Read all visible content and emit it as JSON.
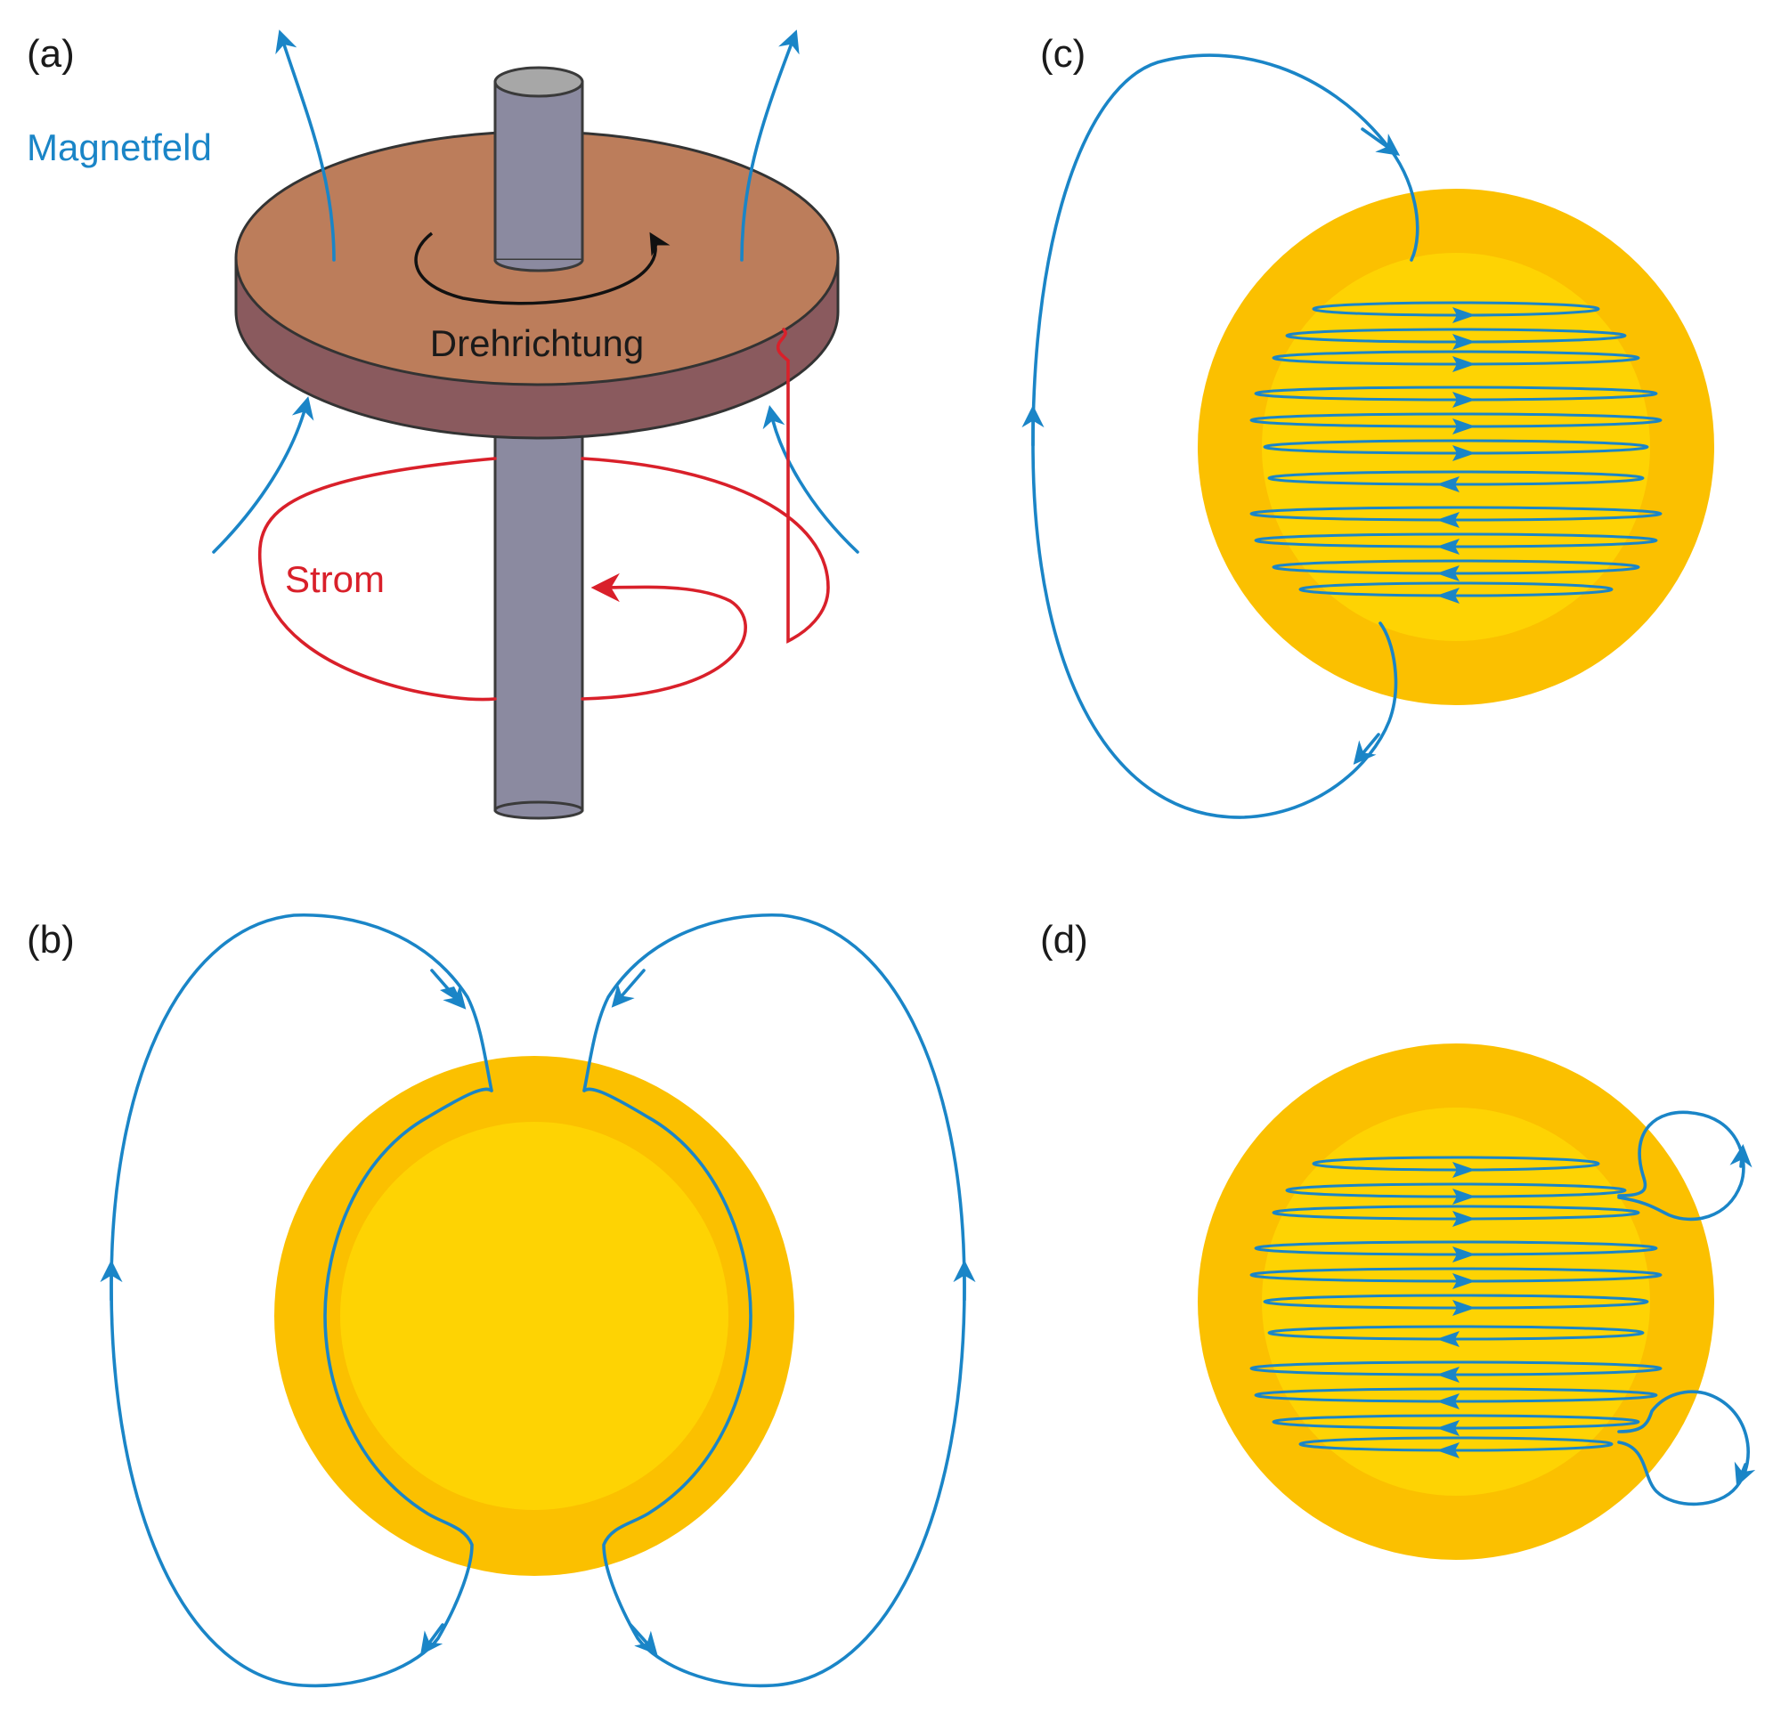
{
  "colors": {
    "field": "#1a85c7",
    "current": "#d9202a",
    "disk_top": "#bc7d5b",
    "disk_side": "#8a5a5e",
    "axle": "#8b8aa0",
    "axle_top": "#a7a7a7",
    "sun_outer": "#fbc000",
    "sun_inner": "#fed303",
    "text": "#1a1a1a"
  },
  "panels": {
    "a": {
      "label": "(a)",
      "field_label": "Magnetfeld",
      "rotation_label": "Drehrichtung",
      "current_label": "Strom"
    },
    "b": {
      "label": "(b)"
    },
    "c": {
      "label": "(c)"
    },
    "d": {
      "label": "(d)"
    }
  },
  "icons": {
    "field_arrow": "arrowhead-icon",
    "rotation_arrow": "curved-arrow-icon",
    "current_arrow": "arrowhead-icon"
  }
}
